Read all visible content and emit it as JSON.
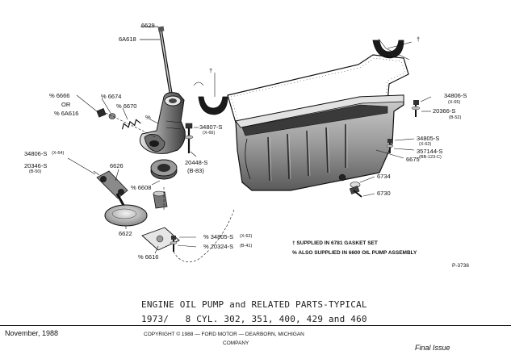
{
  "parts": {
    "p6629": "6629",
    "p6a618": "6A618",
    "p6666": "% 6666",
    "p_or": "OR",
    "p6a616": "% 6A616",
    "p6674": "% 6674",
    "p6670": "% 6670",
    "p_pct_pump": "%",
    "p34807": "34807-S",
    "p34807_code": "(X-66)",
    "p20448": "20448-S",
    "p20448_code": "(B-83)",
    "p34806_left": "34806-S",
    "p34806_left_code": "(X-64)",
    "p20346": "20346-S",
    "p20346_code": "(B-50)",
    "p6626": "6626",
    "p6608": "% 6608",
    "p6622": "6622",
    "p6616": "% 6616",
    "p34805_bottom": "% 34805-S",
    "p34805_bottom_code": "(X-62)",
    "p20324": "% 20324-S",
    "p20324_code": "(B-41)",
    "p34806_right": "34806-S",
    "p34806_right_code": "(X-65)",
    "p20366": "20366-S",
    "p20366_code": "(B-52)",
    "p34805_right": "34805-S",
    "p34805_right_code": "(X-62)",
    "p357144": "357144-S",
    "p357144_code": "(BB-123-C)",
    "p6675": "6675",
    "p6734": "6734",
    "p6730": "6730",
    "dagger_top": "†",
    "dagger_right": "†"
  },
  "notes": {
    "gasket": "† SUPPLIED IN 6781 GASKET SET",
    "pump": "% ALSO SUPPLIED IN 6600 OIL PUMP ASSEMBLY",
    "figure_id": "P-3736"
  },
  "title": {
    "line1": "ENGINE OIL PUMP and RELATED PARTS-TYPICAL",
    "line2": "1973/   8 CYL. 302, 351, 400, 429 and 460"
  },
  "footer": {
    "date": "November, 1988",
    "copyright": "COPYRIGHT © 1988 — FORD MOTOR — DEARBORN, MICHIGAN",
    "company": "COMPANY",
    "issue": "Final Issue"
  },
  "colors": {
    "ink": "#111111",
    "metal_dark": "#4a4a4a",
    "metal_mid": "#9a9a9a",
    "metal_light": "#d8d8d8"
  }
}
